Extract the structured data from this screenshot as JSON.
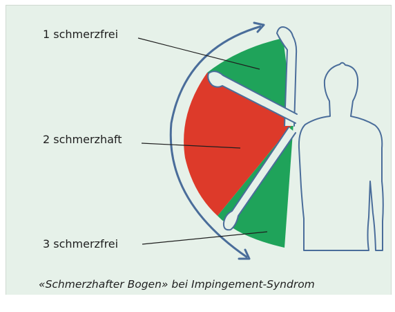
{
  "labels": {
    "zone1": "1  schmerzfrei",
    "zone2": "2  schmerzhaft",
    "zone3": "3  schmerzfrei"
  },
  "caption": "«Schmerzhafter Bogen» bei Impingement-Syndrom",
  "colors": {
    "background": "#e6f1e9",
    "painfree": "#1fa35a",
    "painful": "#dd3a2a",
    "outline": "#4a6d9a",
    "arrow": "#4a6d9a",
    "leader": "#1e1e1e"
  }
}
